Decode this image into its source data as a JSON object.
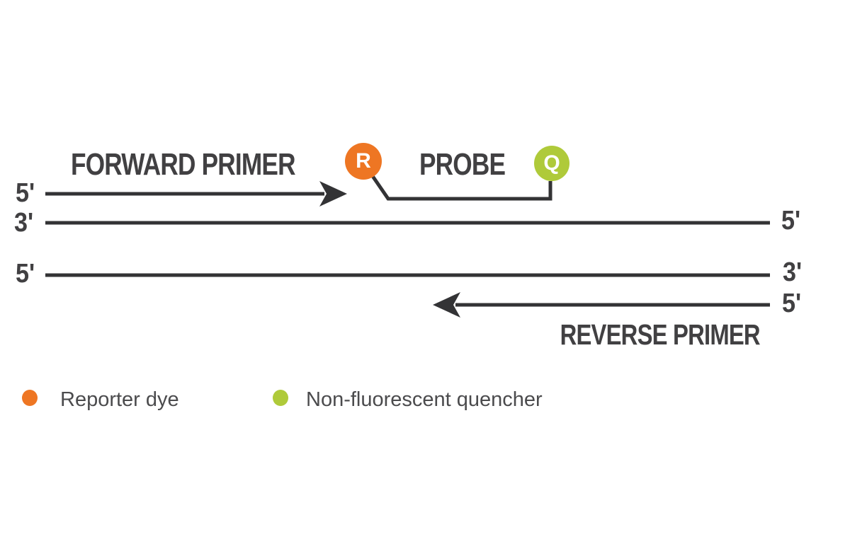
{
  "diagram": {
    "forward_primer": {
      "label": "FORWARD PRIMER",
      "start_label": "5'"
    },
    "probe": {
      "label": "PROBE",
      "reporter_badge": "R",
      "quencher_badge": "Q"
    },
    "reverse_primer": {
      "label": "REVERSE PRIMER",
      "start_label": "5'"
    },
    "template_strands": {
      "top": {
        "left_label": "3'",
        "right_label": "5'"
      },
      "bottom": {
        "left_label": "5'",
        "right_label": "3'"
      }
    },
    "colors": {
      "reporter_orange": "#EE7623",
      "quencher_green": "#AFCA3A",
      "line_dark": "#333335",
      "label_gray": "#414042"
    }
  },
  "legend": {
    "items": [
      {
        "label": "Reporter dye",
        "color": "#EE7623"
      },
      {
        "label": "Non-fluorescent quencher",
        "color": "#AFCA3A"
      }
    ]
  }
}
